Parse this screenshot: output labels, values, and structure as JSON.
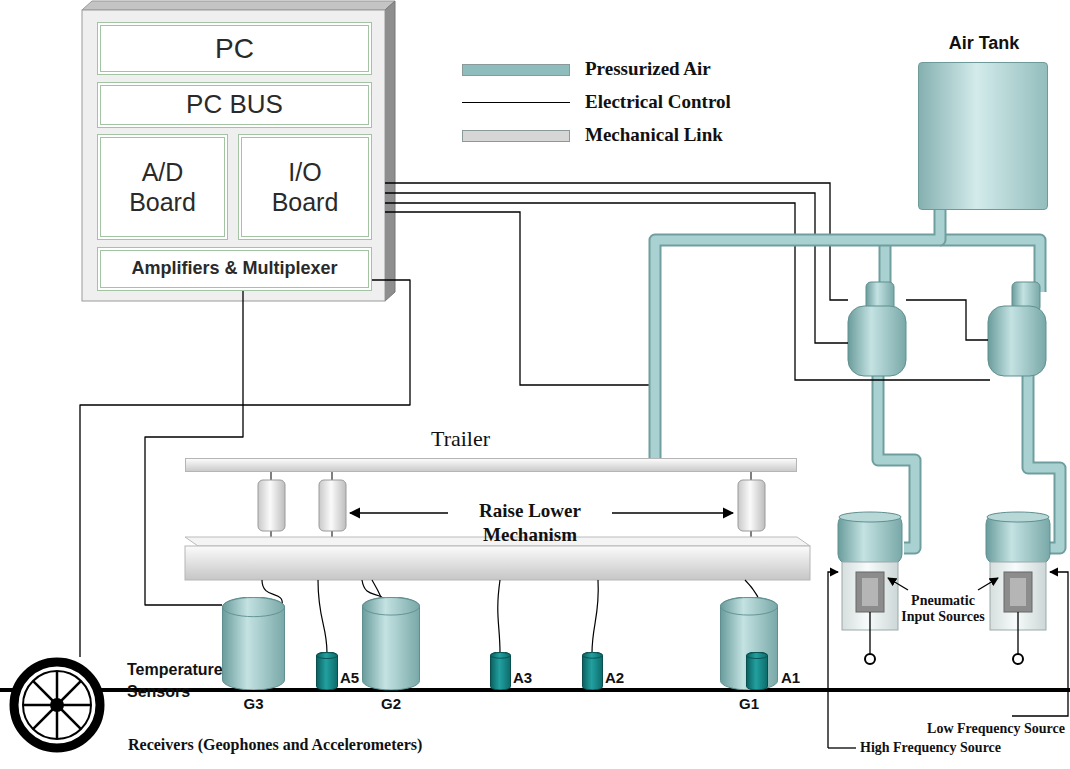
{
  "diagram": {
    "nodes": [
      {
        "text": [
          "PC"
        ]
      },
      {
        "text": [
          "PC BUS"
        ]
      },
      {
        "text": [
          "A/D Board"
        ]
      },
      {
        "text": [
          "I/O Board"
        ]
      },
      {
        "text": [
          "Amplifiers & Multiplexer"
        ]
      },
      {
        "text": [
          "Air Tank"
        ]
      },
      {
        "text": [
          "Trailer"
        ]
      },
      {
        "text": [
          "Temperature Sensors"
        ]
      },
      {
        "text": [
          "G3"
        ]
      },
      {
        "text": [
          "A5"
        ]
      },
      {
        "text": [
          "G2"
        ]
      },
      {
        "text": [
          "A3"
        ]
      },
      {
        "text": [
          "A2"
        ]
      },
      {
        "text": [
          "G1"
        ]
      },
      {
        "text": [
          "A1"
        ],
        "in": 13
      }
    ],
    "edges": [
      {
        "from": 4,
        "to": 7,
        "arrow": "none"
      },
      {
        "from": 4,
        "to": 8,
        "arrow": "none"
      },
      {
        "from": 5,
        "to": 6,
        "arrow": "none"
      }
    ],
    "labels": [
      "Raise Lower Mechanism",
      "Pneumatic Input Sources",
      "Low Frequency Source",
      "High Frequency Source",
      "Receivers (Geophones and Accelerometers)"
    ],
    "legend": [
      {
        "text": "Pressurized Air",
        "color": "#8fbcbc"
      },
      {
        "text": "Electrical Control"
      },
      {
        "text": "Mechanical Link",
        "color": "#d6d6d6"
      }
    ]
  }
}
